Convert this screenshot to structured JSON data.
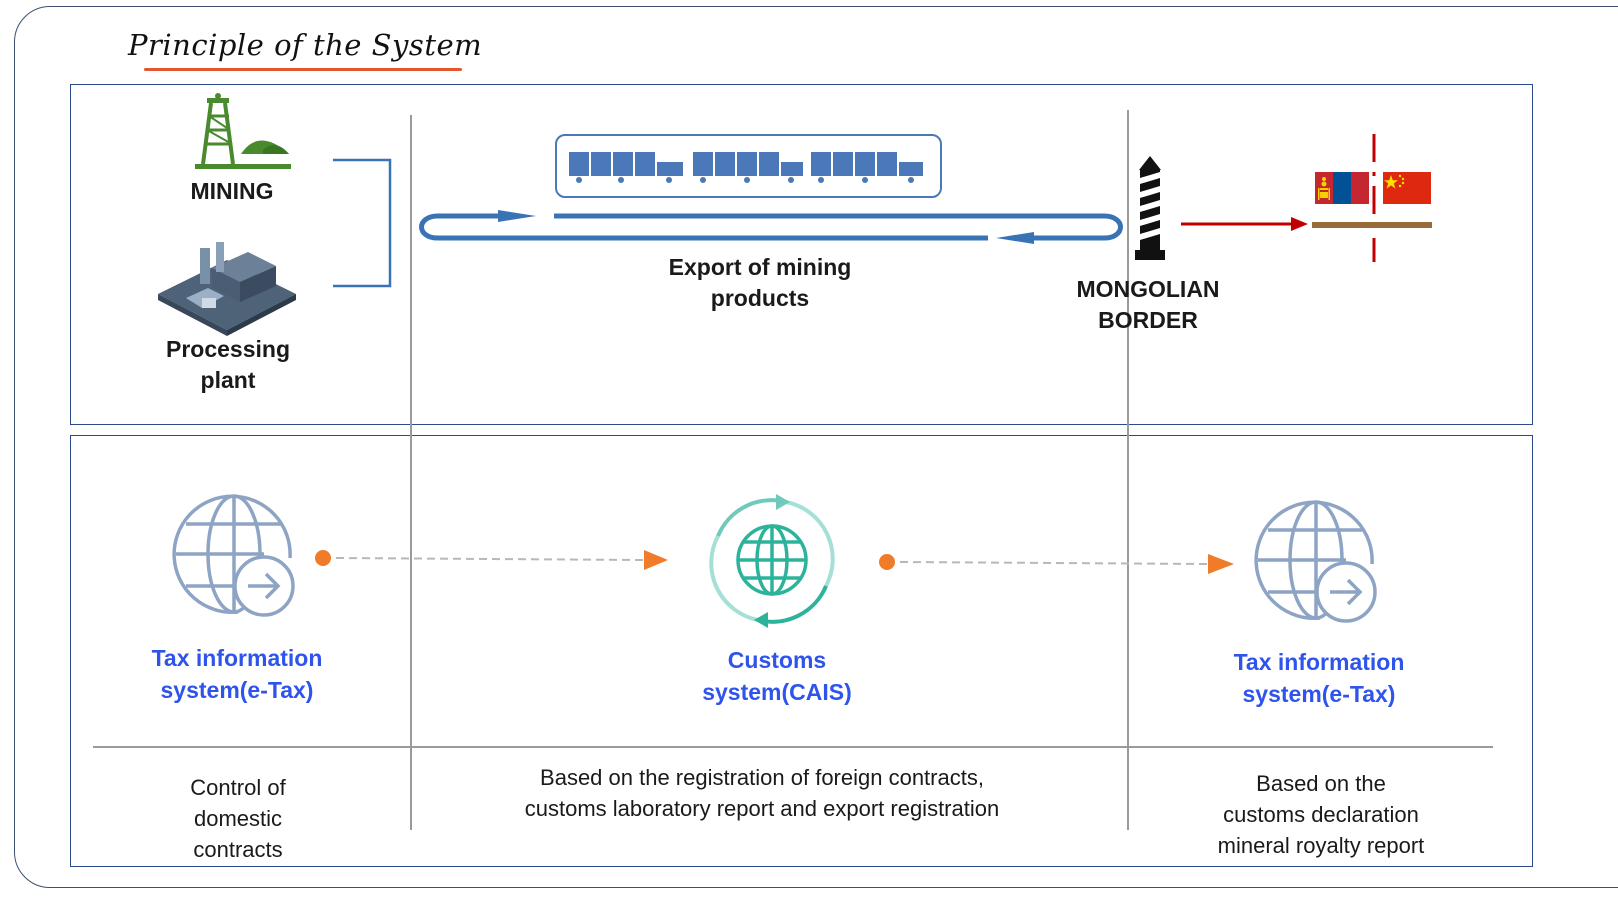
{
  "title": "Principle of the System",
  "top": {
    "mining_label": "MINING",
    "processing_label": "Processing\nplant",
    "export_label": "Export of mining\nproducts",
    "border_label": "MONGOLIAN\nBORDER"
  },
  "bottom": {
    "left_system": "Tax information\nsystem(e-Tax)",
    "center_system": "Customs\nsystem(CAIS)",
    "right_system": "Tax information\nsystem(e-Tax)",
    "left_note": "Control of\ndomestic\ncontracts",
    "center_note": "Based on the registration of foreign contracts,\ncustoms laboratory report and export registration",
    "right_note": "Based on the\ncustoms declaration\nmineral royalty report"
  },
  "colors": {
    "frame": "#3c4e6e",
    "panel_border": "#2b4a8b",
    "title_underline": "#e4572e",
    "system_text": "#2f54eb",
    "flow_arrow": "#f07c2a",
    "export_arrow": "#3a73b5",
    "border_arrow": "#c00000",
    "globe_gray": "#8ea4c4",
    "globe_teal": "#2db39a",
    "mining": "#4a8a2e"
  },
  "icons": [
    "mining-icon",
    "processing-plant-icon",
    "train-icon",
    "border-post-icon",
    "mongolia-flag-icon",
    "china-flag-icon",
    "globe-icon",
    "customs-globe-icon"
  ]
}
